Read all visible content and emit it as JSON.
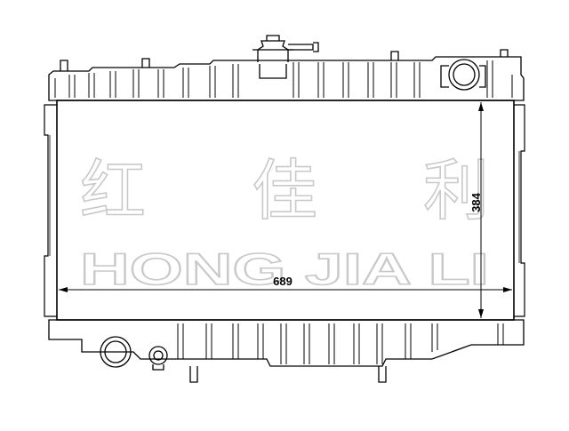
{
  "drawing": {
    "dimensions": {
      "width": "689",
      "height": "384"
    },
    "watermark": {
      "chinese": "红 佳 利",
      "english": "HONG JIA LI"
    }
  }
}
